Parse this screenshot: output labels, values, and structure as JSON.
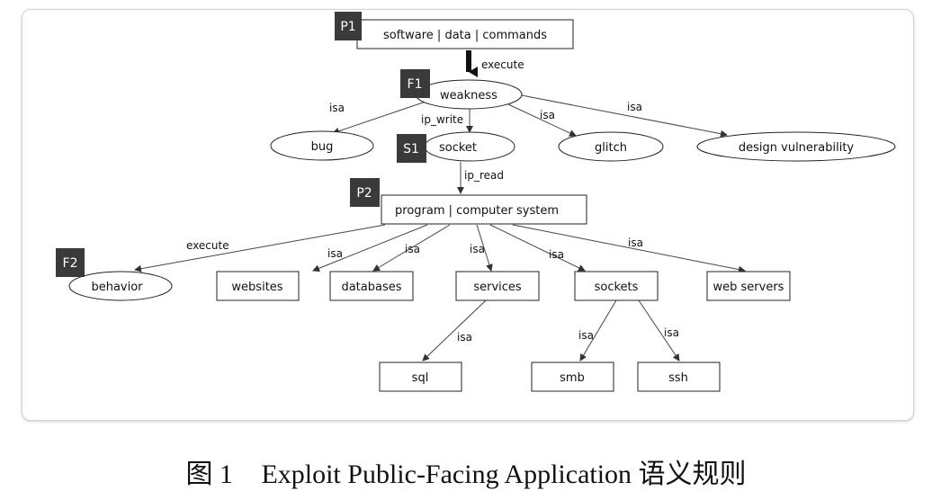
{
  "figure": {
    "caption_number": "图 1",
    "caption_text": "Exploit Public-Facing Application 语义规则"
  },
  "tags": {
    "p1": "P1",
    "f1": "F1",
    "s1": "S1",
    "p2": "P2",
    "f2": "F2"
  },
  "nodes": {
    "software_data_commands": "software | data | commands",
    "weakness": "weakness",
    "bug": "bug",
    "socket": "socket",
    "glitch": "glitch",
    "design_vulnerability": "design vulnerability",
    "program_computer_system": "program | computer system",
    "behavior": "behavior",
    "websites": "websites",
    "databases": "databases",
    "services": "services",
    "sockets": "sockets",
    "web_servers": "web servers",
    "sql": "sql",
    "smb": "smb",
    "ssh": "ssh"
  },
  "edges": {
    "execute_top": "execute",
    "isa_bug": "isa",
    "ip_write": "ip_write",
    "isa_glitch": "isa",
    "isa_design": "isa",
    "ip_read": "ip_read",
    "execute_behavior": "execute",
    "isa_websites": "isa",
    "isa_databases": "isa",
    "isa_services": "isa",
    "isa_sockets": "isa",
    "isa_webservers": "isa",
    "isa_sql": "isa",
    "isa_smb": "isa",
    "isa_ssh": "isa"
  }
}
